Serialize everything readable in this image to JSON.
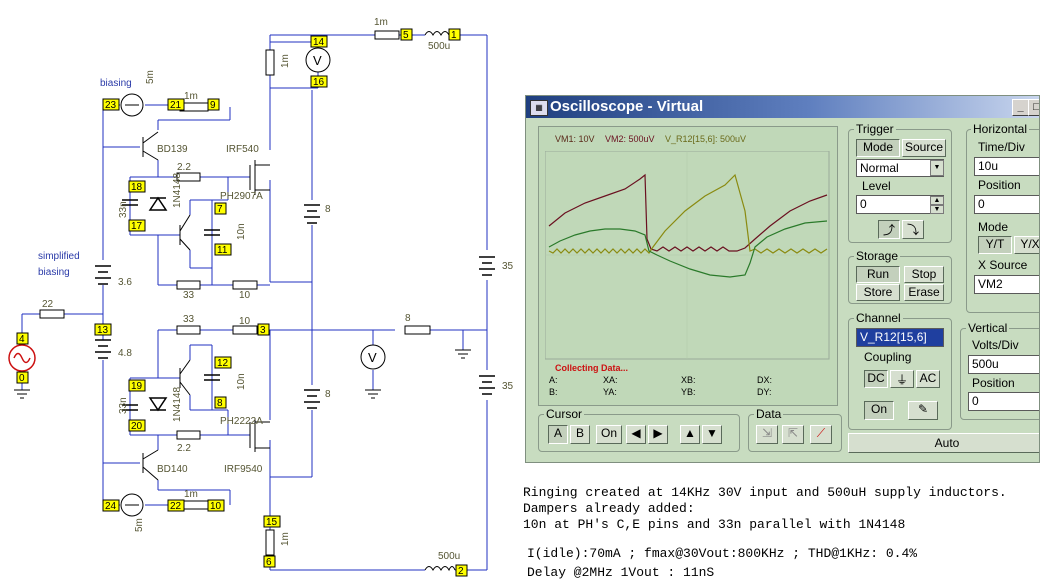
{
  "schematic": {
    "labels": {
      "biasing": "biasing",
      "simplified1": "simplified",
      "simplified2": "biasing",
      "q_top": "BD139",
      "q_bot": "BD140",
      "m_top": "IRF540",
      "m_bot": "IRF9540",
      "pnp": "PH2907A",
      "npn": "PH2222A",
      "d_top": "1N4148",
      "d_bot": "1N4148"
    },
    "nodes": [
      "4",
      "0",
      "13",
      "23",
      "21",
      "9",
      "14",
      "16",
      "5",
      "1",
      "18",
      "17",
      "7",
      "11",
      "3",
      "12",
      "8",
      "19",
      "20",
      "24",
      "22",
      "10",
      "15",
      "6",
      "2"
    ],
    "values": {
      "r22": "22",
      "v36": "3.6",
      "v48": "4.8",
      "i5m_top": "5m",
      "r1m_a": "1m",
      "r1m_b": "1m",
      "r1m_c": "1m",
      "r1m_d": "1m",
      "r1m_e": "1m",
      "l500u_top": "500u",
      "l500u_bot": "500u",
      "r22_top": "2.2",
      "r22_bot": "2.2",
      "c33n_top": "33n",
      "c33n_bot": "33n",
      "c10n_top": "10n",
      "c10n_bot": "10n",
      "r33_top": "33",
      "r33_bot": "33",
      "r10_top": "10",
      "r10_bot": "10",
      "v8_top": "8",
      "v8_bot": "8",
      "r8": "8",
      "v35_top": "35",
      "v35_bot": "35",
      "i5m_bot": "5m"
    }
  },
  "oscilloscope": {
    "title": "Oscilloscope - Virtual",
    "screen": {
      "trace_labels": [
        {
          "text": "VM1: 10V",
          "color": "#5a2a1a"
        },
        {
          "text": "VM2: 500uV",
          "color": "#6a1020"
        },
        {
          "text": "V_R12[15,6]: 500uV",
          "color": "#6a6a1a"
        }
      ],
      "status": "Collecting Data...",
      "readouts": {
        "a": "A:",
        "b": "B:",
        "xa": "XA:",
        "ya": "YA:",
        "xb": "XB:",
        "yb": "YB:",
        "dx": "DX:",
        "dy": "DY:"
      }
    },
    "trigger": {
      "title": "Trigger",
      "mode": "Mode",
      "source": "Source",
      "mode_value": "Normal",
      "level_label": "Level",
      "level_value": "0"
    },
    "horizontal": {
      "title": "Horizontal",
      "time_div_label": "Time/Div",
      "time_div_value": "10u",
      "position_label": "Position",
      "position_value": "0",
      "mode_label": "Mode",
      "mode_yt": "Y/T",
      "mode_yx": "Y/X",
      "xsource_label": "X Source",
      "xsource_value": "VM2"
    },
    "storage": {
      "title": "Storage",
      "run": "Run",
      "stop": "Stop",
      "store": "Store",
      "erase": "Erase"
    },
    "channel": {
      "title": "Channel",
      "value": "V_R12[15,6]",
      "coupling_label": "Coupling",
      "dc": "DC",
      "ac": "AC",
      "on": "On"
    },
    "vertical": {
      "title": "Vertical",
      "volts_div_label": "Volts/Div",
      "volts_div_value": "500u",
      "position_label": "Position",
      "position_value": "0"
    },
    "cursor": {
      "title": "Cursor",
      "a": "A",
      "b": "B",
      "on": "On"
    },
    "data": {
      "title": "Data"
    },
    "auto": "Auto"
  },
  "notes": {
    "line1": "Ringing created at 14KHz 30V input and 500uH supply inductors.",
    "line2": "Dampers already added:",
    "line3": "10n at PH's C,E pins and 33n parallel with 1N4148",
    "line4": "I(idle):70mA ; fmax@30Vout:800KHz ; THD@1KHz: 0.4%",
    "line5": "Delay @2MHz 1Vout : 11nS"
  },
  "colors": {
    "wire": "#2030c0",
    "node_fill": "#ffff00",
    "trace_dark_red": "#6a1020",
    "trace_olive": "#8a8a10",
    "trace_green": "#2a7a2a"
  }
}
